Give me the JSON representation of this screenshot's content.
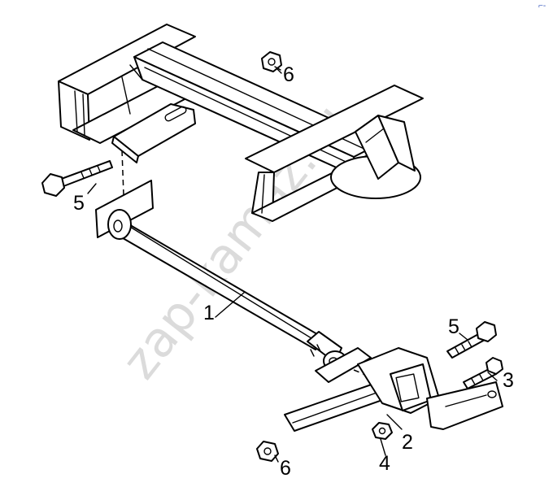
{
  "callouts": {
    "c1": "1",
    "c2": "2",
    "c3": "3",
    "c4": "4",
    "c5_top": "5",
    "c5_left": "5",
    "c6_top": "6",
    "c6_bottom": "6"
  },
  "watermark": "zap-kamaz.ru",
  "corner_mark": "⌐-",
  "colors": {
    "line": "#000000",
    "watermark": "#cfcfcf",
    "background": "#ffffff"
  }
}
